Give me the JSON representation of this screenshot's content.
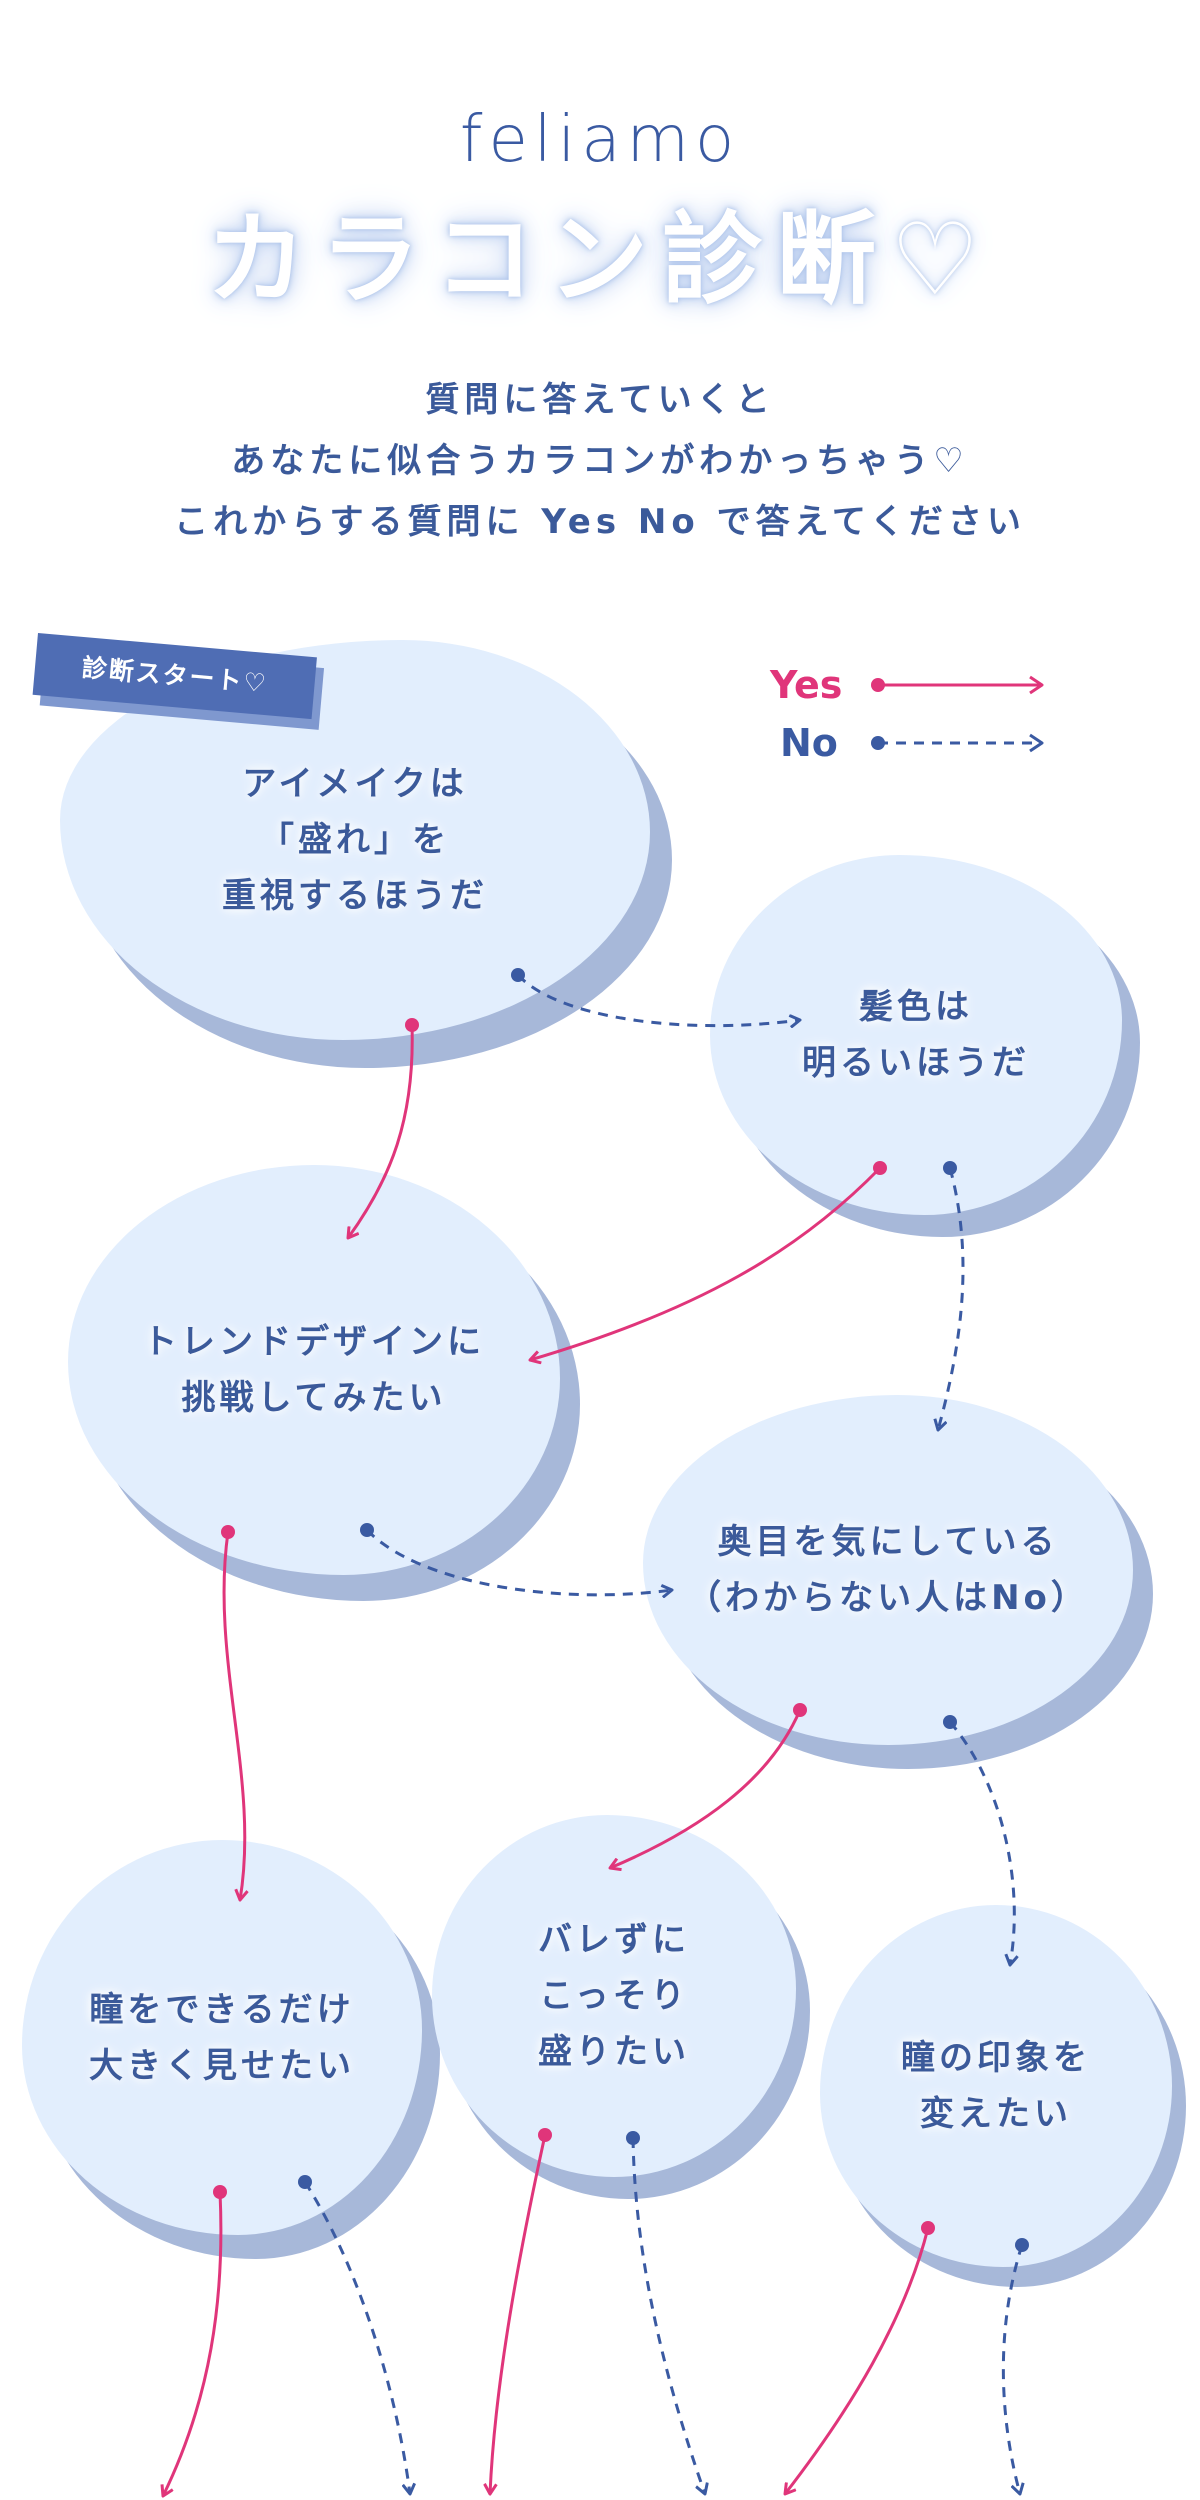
{
  "header": {
    "brand": "feliamo",
    "title": "カラコン診断♡",
    "intro": [
      "質問に答えていくと",
      "あなたに似合うカラコンがわかっちゃう♡",
      "これからする質問に Yes No で答えてください"
    ]
  },
  "start_tag": "診断スタート♡",
  "legend": {
    "yes": "Yes",
    "no": "No"
  },
  "colors": {
    "yes": "#e0357a",
    "no": "#3a5aa2",
    "bubble": "#e2eefd",
    "bubble_shadow": "#a7b8d9"
  },
  "questions": {
    "q1": [
      "アイメイクは",
      "「盛れ」を",
      "重視するほうだ"
    ],
    "q2": [
      "髪色は",
      "明るいほうだ"
    ],
    "q3": [
      "トレンドデザインに",
      "挑戦してみたい"
    ],
    "q4": [
      "奥目を気にしている",
      "（わからない人はNo）"
    ],
    "q5": [
      "瞳をできるだけ",
      "大きく見せたい"
    ],
    "q6": [
      "バレずに",
      "こっそり",
      "盛りたい"
    ],
    "q7": [
      "瞳の印象を",
      "変えたい"
    ]
  },
  "flow": [
    {
      "from": "q1",
      "to": "q3",
      "answer": "yes"
    },
    {
      "from": "q1",
      "to": "q2",
      "answer": "no"
    },
    {
      "from": "q2",
      "to": "q3",
      "answer": "yes"
    },
    {
      "from": "q2",
      "to": "q4",
      "answer": "no"
    },
    {
      "from": "q3",
      "to": "q5",
      "answer": "yes"
    },
    {
      "from": "q3",
      "to": "q4",
      "answer": "no"
    },
    {
      "from": "q4",
      "to": "q6",
      "answer": "yes"
    },
    {
      "from": "q4",
      "to": "q7",
      "answer": "no"
    }
  ]
}
